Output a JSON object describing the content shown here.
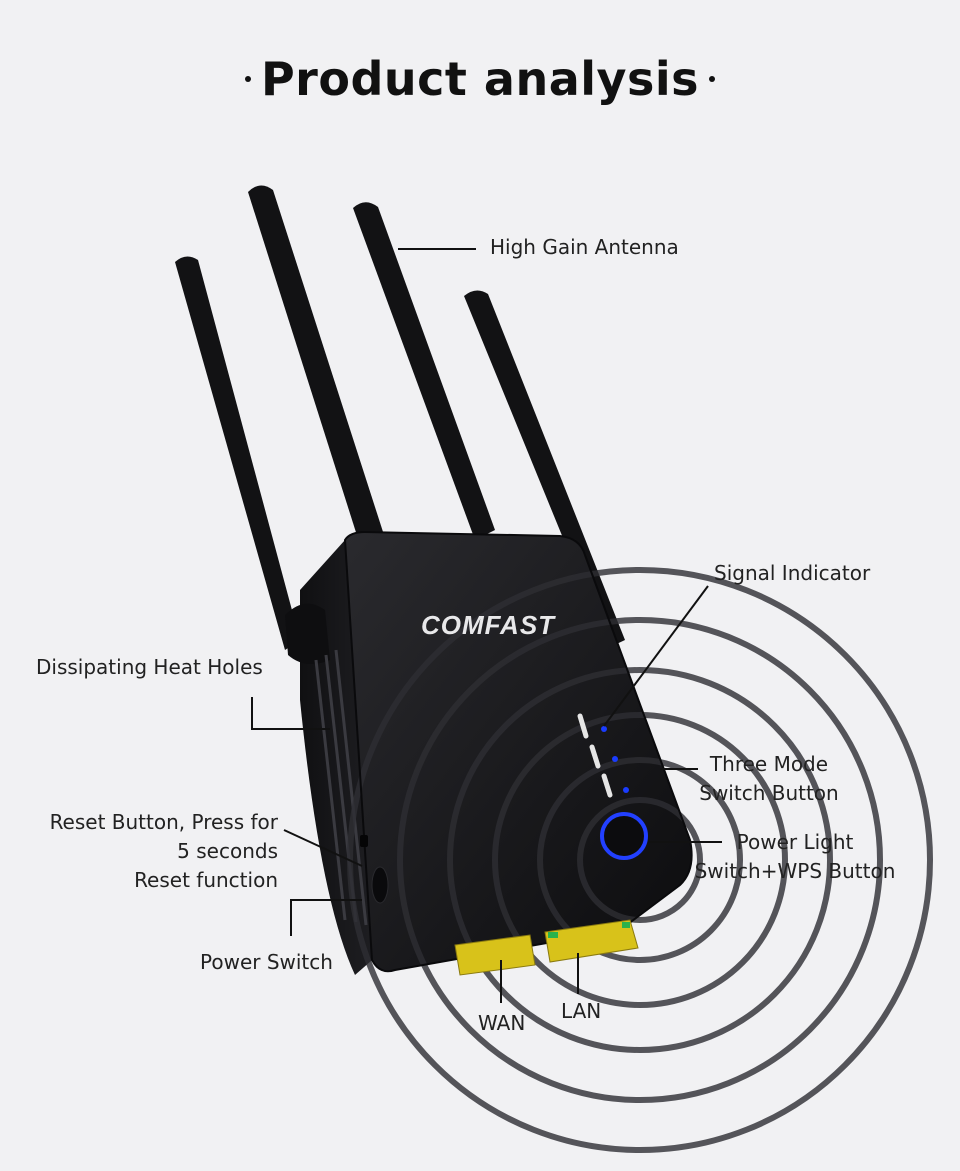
{
  "title": "Product analysis",
  "brand": "COMFAST",
  "callouts": {
    "antenna": "High Gain Antenna",
    "signal": "Signal Indicator",
    "heat": "Dissipating Heat Holes",
    "mode_line1": "Three Mode",
    "mode_line2": "Switch Button",
    "power_line1": "Power Light",
    "power_line2": "Switch+WPS Button",
    "reset_line1": "Reset Button, Press for",
    "reset_line2": "5 seconds",
    "reset_line3": "Reset function",
    "power_switch": "Power Switch",
    "wan": "WAN",
    "lan": "LAN"
  },
  "colors": {
    "background": "#f1f1f3",
    "device": "#141416",
    "indicator": "#1a3cff",
    "port": "#d8c21a"
  }
}
